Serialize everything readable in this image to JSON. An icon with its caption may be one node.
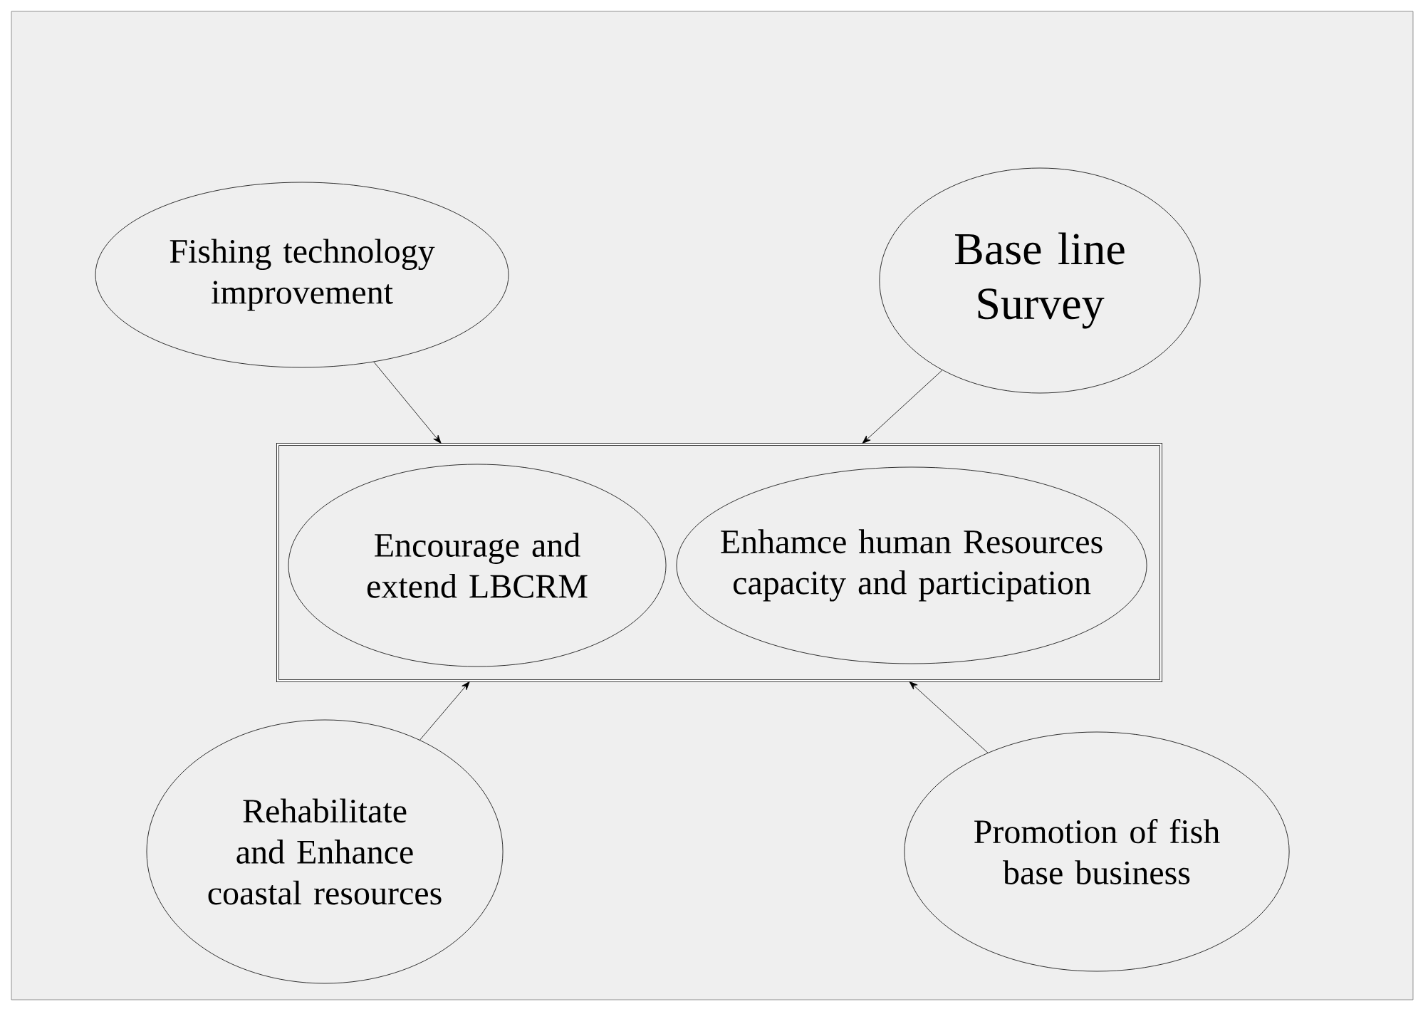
{
  "diagram": {
    "nodes": [
      {
        "text": [
          "Fishing technology improvement"
        ]
      },
      {
        "text": [
          "Base line Survey"
        ]
      },
      {
        "text": [],
        "shape": "box"
      },
      {
        "text": [
          "Encourage and extend LBCRM"
        ],
        "in": 2
      },
      {
        "text": [
          "Enhamce human Resources capacity and participation"
        ],
        "in": 2
      },
      {
        "text": [
          "Rehabilitate and Enhance coastal resources"
        ]
      },
      {
        "text": [
          "Promotion of fish base business"
        ]
      }
    ],
    "edges": [
      {
        "from": 0,
        "to": 2,
        "arrow": "to"
      },
      {
        "from": 1,
        "to": 2,
        "arrow": "to"
      },
      {
        "from": 5,
        "to": 2,
        "arrow": "to"
      },
      {
        "from": 6,
        "to": 2,
        "arrow": "to"
      }
    ]
  }
}
